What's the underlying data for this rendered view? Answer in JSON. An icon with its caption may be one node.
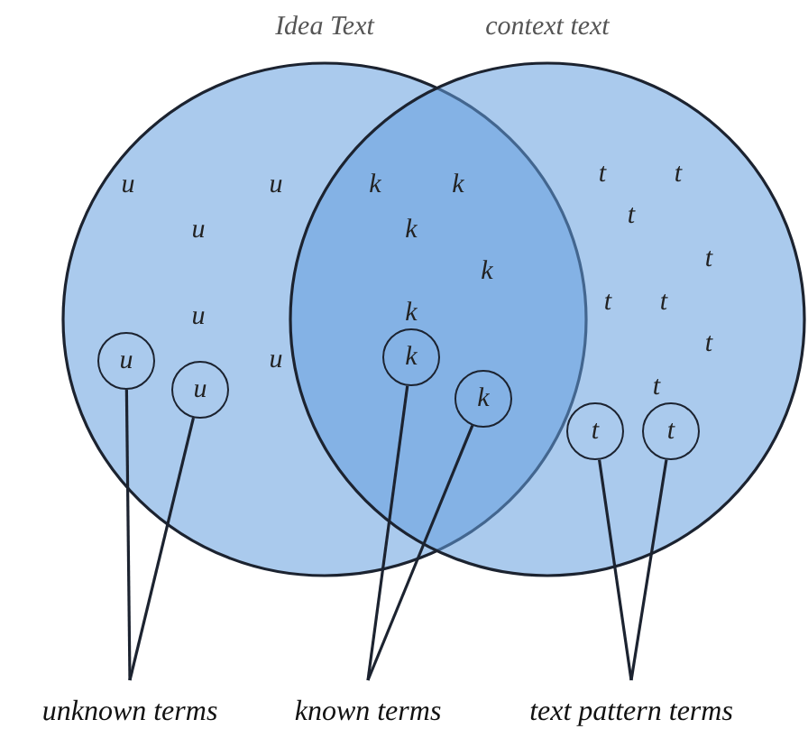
{
  "diagram": {
    "nodes": [
      {
        "text": [
          "Idea Text"
        ]
      },
      {
        "text": [
          "context text"
        ]
      },
      {
        "text": [
          "u"
        ],
        "in": 0
      },
      {
        "text": [
          "u"
        ],
        "in": 0
      },
      {
        "text": [
          "k"
        ]
      },
      {
        "text": [
          "k"
        ]
      },
      {
        "text": [
          "t"
        ],
        "in": 1
      },
      {
        "text": [
          "t"
        ],
        "in": 1
      },
      {
        "text": [
          "unknown terms"
        ]
      },
      {
        "text": [
          "known terms"
        ]
      },
      {
        "text": [
          "text pattern terms"
        ]
      }
    ],
    "edges": [
      {
        "from": 8,
        "to": 2,
        "arrow": "none"
      },
      {
        "from": 8,
        "to": 3,
        "arrow": "none"
      },
      {
        "from": 9,
        "to": 4,
        "arrow": "none"
      },
      {
        "from": 9,
        "to": 5,
        "arrow": "none"
      },
      {
        "from": 10,
        "to": 6,
        "arrow": "none"
      },
      {
        "from": 10,
        "to": 7,
        "arrow": "none"
      }
    ],
    "labels": [
      "t",
      "t",
      "u",
      "u",
      "k",
      "k",
      "t",
      "u",
      "k",
      "t",
      "k",
      "t",
      "t",
      "u",
      "t",
      "u",
      "k",
      "t"
    ]
  }
}
